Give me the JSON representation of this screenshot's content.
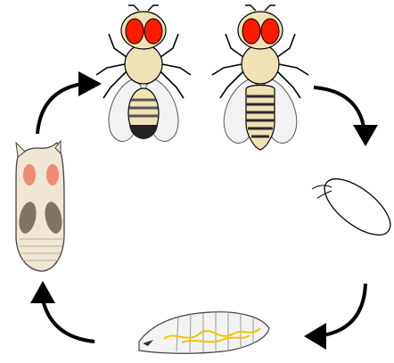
{
  "diagram": {
    "stages": [
      {
        "id": "adult-male",
        "kind": "adult fly"
      },
      {
        "id": "adult-female",
        "kind": "adult fly"
      },
      {
        "id": "egg",
        "kind": "egg"
      },
      {
        "id": "larva",
        "kind": "larva"
      },
      {
        "id": "pupa",
        "kind": "pupa"
      }
    ],
    "colors": {
      "eye": "#ff1a00",
      "body": "#f0e2b6",
      "outline": "#000000",
      "wing": "#f2f2f2",
      "band": "#555555",
      "female_band": "#2a2a2a",
      "pupa_body": "#efe7d3",
      "pupa_eye": "#f08a78",
      "pupa_wing": "#7d7463",
      "larva_body": "#f3f3f3",
      "larva_gut": "#f4c400"
    }
  }
}
